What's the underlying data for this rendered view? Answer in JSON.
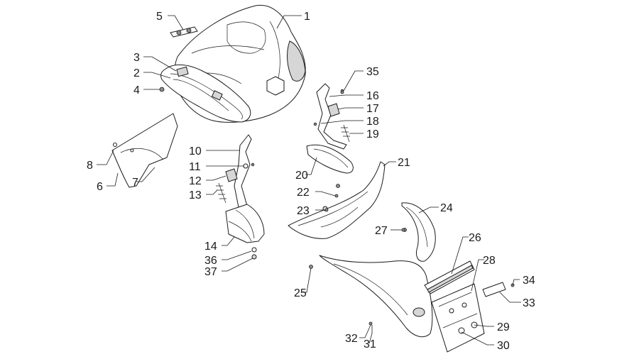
{
  "callouts": [
    "1",
    "2",
    "3",
    "4",
    "5",
    "6",
    "7",
    "8",
    "10",
    "11",
    "12",
    "13",
    "14",
    "16",
    "17",
    "18",
    "19",
    "20",
    "21",
    "22",
    "23",
    "24",
    "25",
    "26",
    "27",
    "28",
    "29",
    "30",
    "31",
    "32",
    "33",
    "34",
    "35",
    "36",
    "37"
  ],
  "colors": {
    "line": "#1a1a1a",
    "shade": "#d6d6d6",
    "dark": "#8c8c8c",
    "background": "#ffffff"
  }
}
